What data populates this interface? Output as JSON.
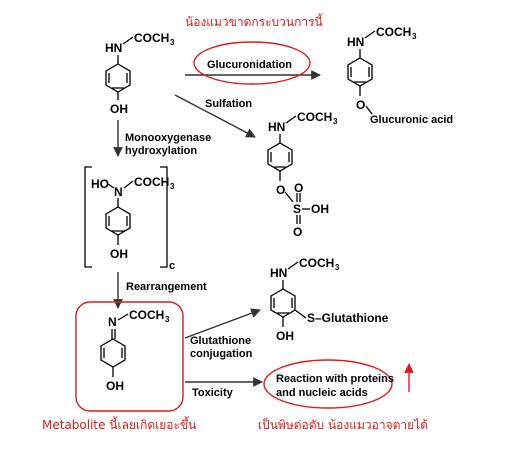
{
  "annotations": {
    "top_note": "น้องแมวขาดกระบวนการนี้",
    "metabolite_note": "Metabolite นี้เลยเกิดเยอะขึ้น",
    "toxic_note": "เป็นพิษต่อตับ น้องแมวอาจตายได้"
  },
  "labels": {
    "glucuronidation": "Glucuronidation",
    "sulfation": "Sulfation",
    "monooxygenase_line1": "Monooxygenase",
    "monooxygenase_line2": "hydroxylation",
    "rearrangement": "Rearrangement",
    "glutathione_line1": "Glutathione",
    "glutathione_line2": "conjugation",
    "toxicity": "Toxicity",
    "reaction_line1": "Reaction with proteins",
    "reaction_line2": "and nucleic acids",
    "glucuronic_acid": "Glucuronic acid",
    "bracket_subscript": "c"
  },
  "chem_text": {
    "hn": "HN",
    "ho_n": "HO",
    "n": "N",
    "coch": "COCH",
    "sub3": "3",
    "oh": "OH",
    "o": "O",
    "s": "S",
    "s_glutathione": "S–Glutathione"
  },
  "colors": {
    "annotation_red": "#d81e1e",
    "arrow": "#333333",
    "text": "#000000"
  }
}
